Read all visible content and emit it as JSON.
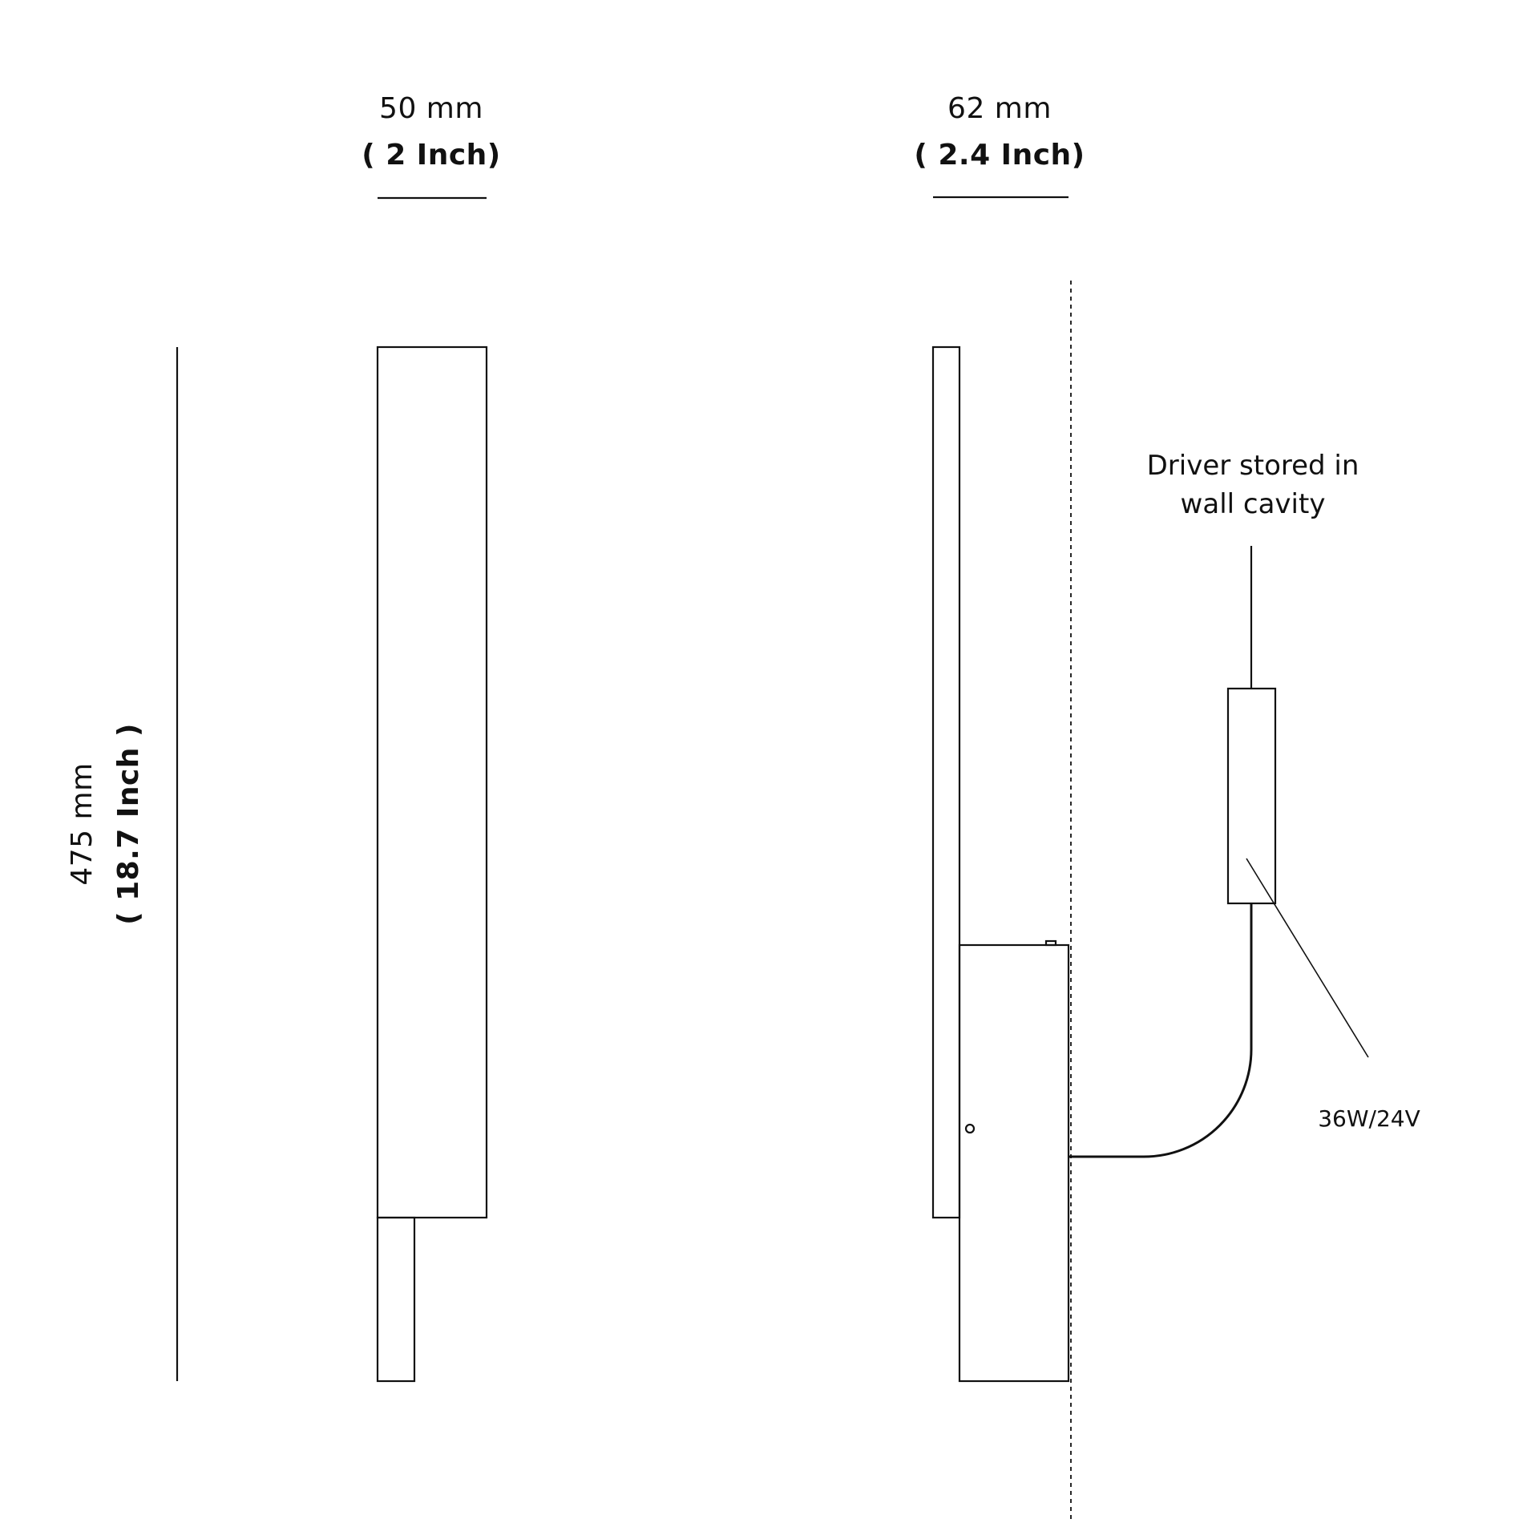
{
  "dimensions": {
    "width_front": {
      "mm": "50 mm",
      "inch": "( 2 Inch)"
    },
    "width_side": {
      "mm": "62 mm",
      "inch": "( 2.4 Inch)"
    },
    "height": {
      "mm": "475 mm",
      "inch": "( 18.7 Inch )"
    }
  },
  "annotations": {
    "driver_line1": "Driver stored in",
    "driver_line2": "wall cavity",
    "driver_spec": "36W/24V"
  },
  "style": {
    "line_color": "#111111",
    "background": "#ffffff"
  }
}
